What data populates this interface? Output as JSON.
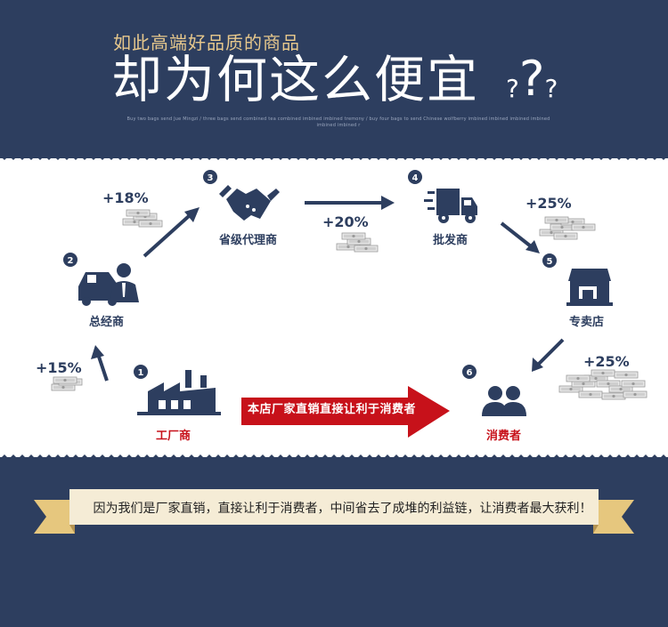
{
  "header": {
    "subtitle": "如此高端好品质的商品",
    "headline": "却为何这么便宜",
    "question_marks": [
      "?",
      "?",
      "?"
    ],
    "fineprint": "Buy two bags send Jue Mingzi / three bags send combined tea combined imbined imbined tremony / buy four bags to send Chinese wolfberry imbined imbined imbined imbined imbined imbined r"
  },
  "steps": [
    {
      "number": "1",
      "label": "工厂商",
      "icon": "factory-icon"
    },
    {
      "number": "2",
      "label": "总经商",
      "icon": "businessman-car-icon"
    },
    {
      "number": "3",
      "label": "省级代理商",
      "icon": "handshake-icon"
    },
    {
      "number": "4",
      "label": "批发商",
      "icon": "truck-icon"
    },
    {
      "number": "5",
      "label": "专卖店",
      "icon": "store-icon"
    },
    {
      "number": "6",
      "label": "消费者",
      "icon": "consumers-icon"
    }
  ],
  "markups": [
    "+15%",
    "+18%",
    "+20%",
    "+25%",
    "+25%"
  ],
  "direct_arrow": "本店厂家直销直接让利于消费者",
  "banner": "因为我们是厂家直销，直接让利于消费者，中间省去了成堆的利益链，让消费者最大获利！",
  "colors": {
    "navy": "#2d3e5f",
    "gold": "#e7c88c",
    "red": "#c7111a",
    "banner_bg": "#f5ecd6",
    "ribbon": "#e6c77e"
  }
}
